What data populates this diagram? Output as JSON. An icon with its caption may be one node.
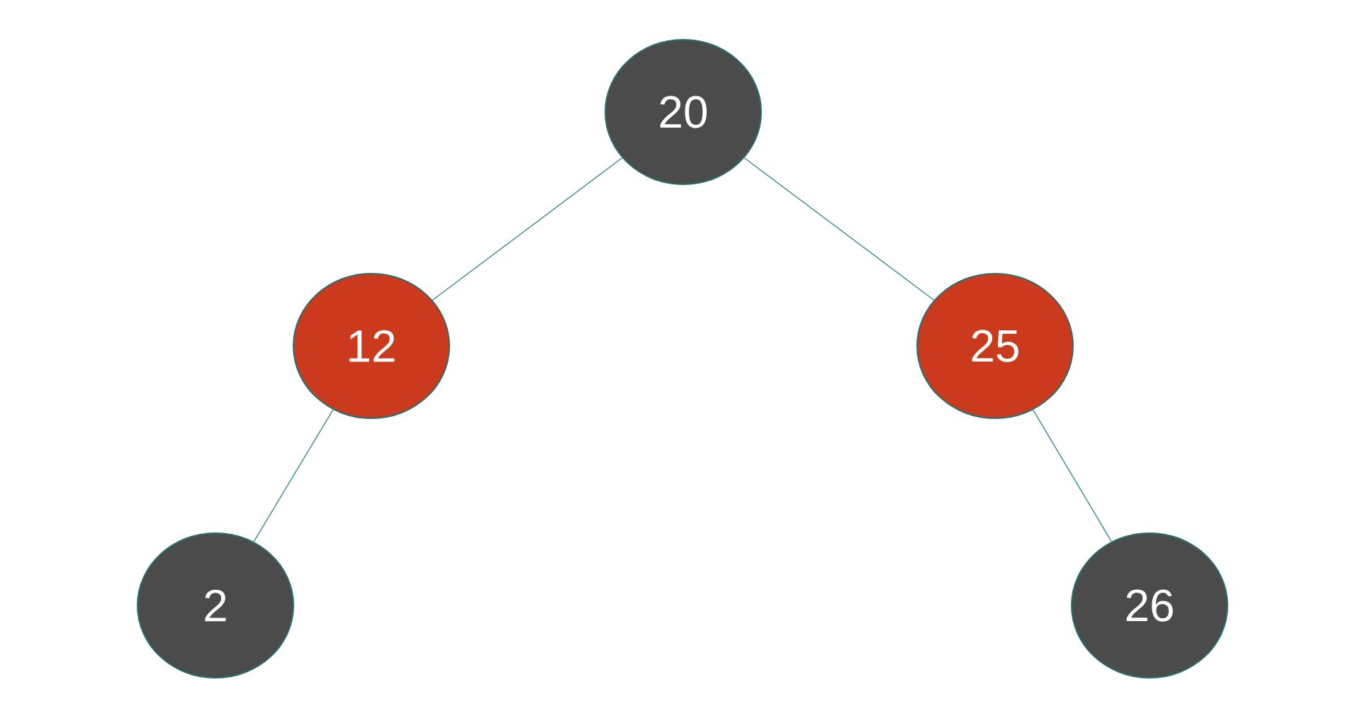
{
  "diagram": {
    "nodes": [
      {
        "text": [
          "20"
        ]
      },
      {
        "text": [
          "12"
        ]
      },
      {
        "text": [
          "25"
        ]
      },
      {
        "text": [
          "2"
        ]
      },
      {
        "text": [
          "26"
        ]
      }
    ],
    "edges": [
      {
        "from": 0,
        "to": 1,
        "arrow": "none"
      },
      {
        "from": 0,
        "to": 2,
        "arrow": "none"
      },
      {
        "from": 1,
        "to": 3,
        "arrow": "none"
      },
      {
        "from": 2,
        "to": 4,
        "arrow": "none"
      }
    ]
  }
}
